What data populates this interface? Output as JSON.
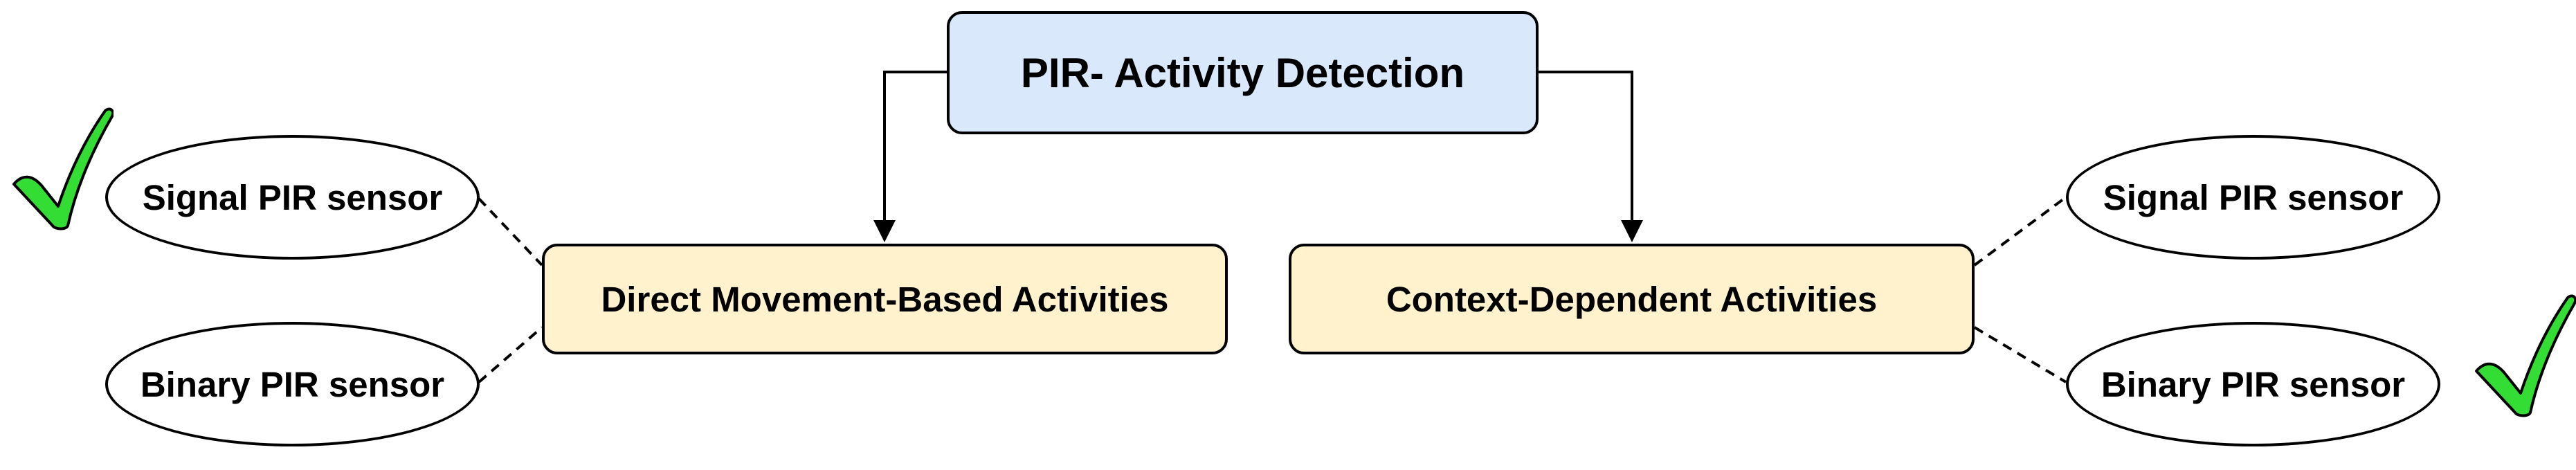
{
  "diagram": {
    "title": "PIR- Activity Detection",
    "left_branch": {
      "label": "Direct Movement-Based Activities",
      "sensors": [
        "Signal PIR sensor",
        "Binary PIR sensor"
      ],
      "checked_sensor": "Signal PIR sensor"
    },
    "right_branch": {
      "label": "Context-Dependent Activities",
      "sensors": [
        "Signal PIR sensor",
        "Binary PIR sensor"
      ],
      "checked_sensor": "Binary PIR sensor"
    }
  },
  "colors": {
    "root_fill": "#dae8fc",
    "branch_fill": "#fff2cc",
    "check_fill": "#33dd33",
    "stroke": "#000000"
  },
  "icons": {
    "check": "check-mark-icon"
  }
}
